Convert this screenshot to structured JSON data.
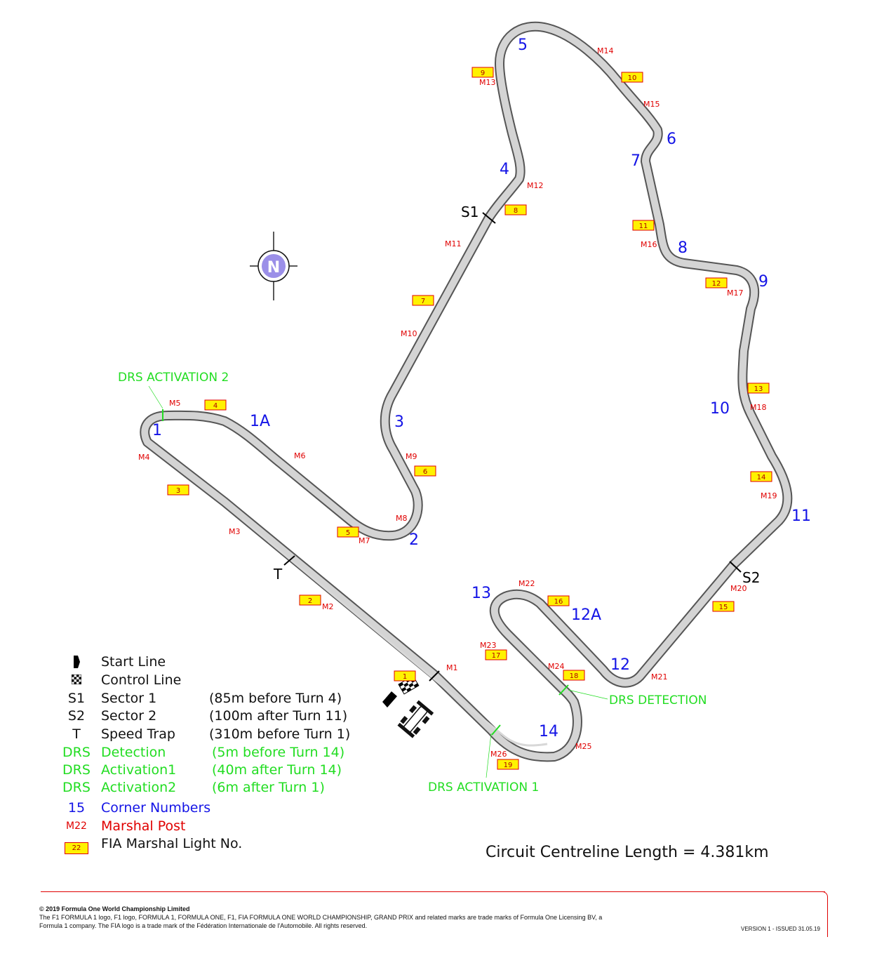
{
  "map": {
    "north_label": "N",
    "sector_labels": {
      "s1": "S1",
      "s2": "S2",
      "speed_trap": "T"
    },
    "drs_labels": {
      "activation2": "DRS ACTIVATION 2",
      "activation1": "DRS ACTIVATION 1",
      "detection": "DRS DETECTION"
    },
    "corners": [
      "1",
      "1A",
      "2",
      "3",
      "4",
      "5",
      "6",
      "7",
      "8",
      "9",
      "10",
      "11",
      "12",
      "12A",
      "13",
      "14"
    ],
    "marshal_posts": [
      "M1",
      "M2",
      "M3",
      "M4",
      "M5",
      "M6",
      "M7",
      "M8",
      "M9",
      "M10",
      "M11",
      "M12",
      "M13",
      "M14",
      "M15",
      "M16",
      "M17",
      "M18",
      "M19",
      "M20",
      "M21",
      "M22",
      "M23",
      "M24",
      "M25",
      "M26"
    ],
    "marshal_lights": [
      "1",
      "2",
      "3",
      "4",
      "5",
      "6",
      "7",
      "8",
      "9",
      "10",
      "11",
      "12",
      "13",
      "14",
      "15",
      "16",
      "17",
      "18",
      "19"
    ],
    "colors": {
      "track": "#d0d0d0",
      "corner": "#1414e6",
      "marshal": "#e00000",
      "drs": "#22dd22",
      "light": "#fff200",
      "compass": "#9b8fe8"
    }
  },
  "legend": {
    "start_line": "Start Line",
    "control_line": "Control Line",
    "s1_sym": "S1",
    "s1_name": "Sector 1",
    "s1_note": "(85m before Turn 4)",
    "s2_sym": "S2",
    "s2_name": "Sector 2",
    "s2_note": "(100m after Turn 11)",
    "t_sym": "T",
    "t_name": "Speed Trap",
    "t_note": "(310m before Turn 1)",
    "drs_sym": "DRS",
    "det_name": "Detection",
    "det_note": "(5m before Turn 14)",
    "act1_name": "Activation1",
    "act1_note": "(40m after Turn 14)",
    "act2_name": "Activation2",
    "act2_note": "(6m after Turn 1)",
    "corner_sym": "15",
    "corner_name": "Corner Numbers",
    "marshal_sym": "M22",
    "marshal_name": "Marshal Post",
    "light_sym": "22",
    "light_name": "FIA Marshal Light No."
  },
  "circuit_length": "Circuit Centreline Length = 4.381km",
  "footer": {
    "copyright_title": "© 2019 Formula One World Championship Limited",
    "copyright_line1": "The F1 FORMULA 1 logo, F1 logo, FORMULA 1, FORMULA ONE, F1, FIA FORMULA ONE WORLD CHAMPIONSHIP, GRAND PRIX and related marks are trade marks of Formula One Licensing BV, a",
    "copyright_line2": "Formula 1 company. The FIA logo is a trade mark of the Fédération Internationale de l'Automobile. All rights reserved.",
    "version": "VERSION 1 - ISSUED 31.05.19"
  }
}
